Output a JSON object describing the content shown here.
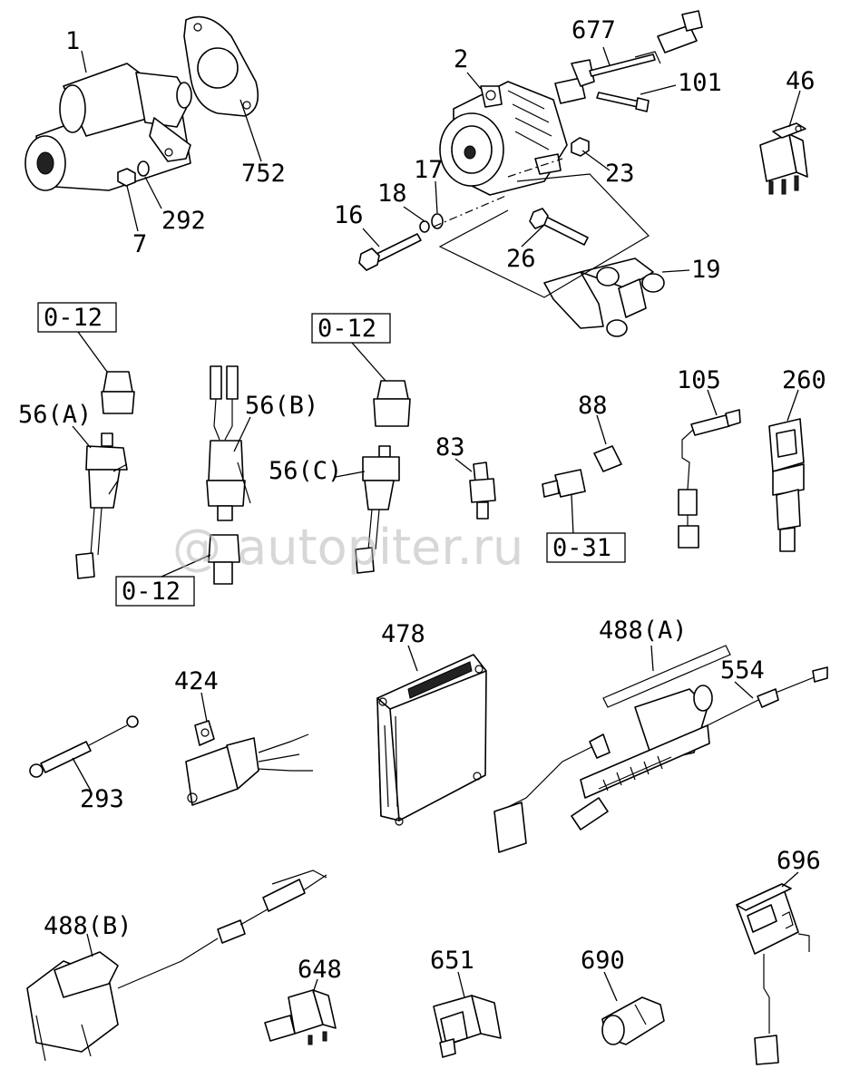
{
  "watermark": "@ autopiter.ru",
  "callouts": {
    "c1": "1",
    "c752": "752",
    "c292": "292",
    "c7": "7",
    "c2": "2",
    "c677": "677",
    "c101": "101",
    "c23": "23",
    "c17": "17",
    "c18": "18",
    "c16": "16",
    "c26": "26",
    "c19": "19",
    "c46": "46",
    "c56a": "56(A)",
    "c56b": "56(B)",
    "c56c": "56(C)",
    "c83": "83",
    "c88": "88",
    "c105": "105",
    "c260": "260",
    "c478": "478",
    "c488a": "488(A)",
    "c554": "554",
    "c424": "424",
    "c293": "293",
    "c696": "696",
    "c488b": "488(B)",
    "c648": "648",
    "c651": "651",
    "c690": "690"
  },
  "boxed_refs": {
    "r1": "0-12",
    "r2": "0-12",
    "r3": "0-12",
    "r4": "0-31"
  }
}
